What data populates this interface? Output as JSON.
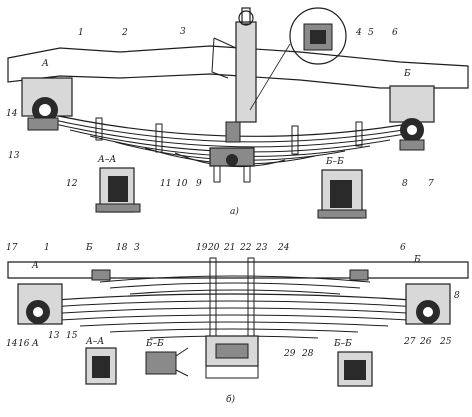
{
  "diagram": {
    "captions": {
      "a": "a)",
      "b": "б)"
    },
    "top_labels": [
      "1",
      "2",
      "3",
      "4",
      "5",
      "6",
      "14",
      "13",
      "12",
      "11",
      "10",
      "9",
      "8",
      "7",
      "А",
      "Б"
    ],
    "section_labels_top": [
      "А–А",
      "Б–Б"
    ],
    "bottom_labels": [
      "17",
      "1",
      "Б",
      "18",
      "3",
      "19",
      "20",
      "21",
      "22",
      "23",
      "24",
      "6",
      "Б",
      "8",
      "14",
      "16",
      "А",
      "13",
      "15",
      "27",
      "26",
      "25",
      "29",
      "28"
    ],
    "section_labels_bottom": [
      "А–А",
      "Б–Б",
      "Б–Б",
      "А"
    ]
  }
}
